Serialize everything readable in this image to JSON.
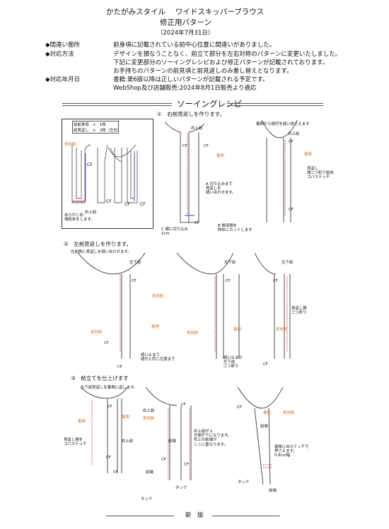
{
  "header": {
    "title": "かたがみスタイル　 ワイドスキッパーブラウス",
    "subtitle": "修正用パターン",
    "date": "（2024年7月31日）"
  },
  "notice": {
    "rows": [
      {
        "label": "◆間違い箇所",
        "lines": [
          "前身頃に記載されている前中心位置に間違いがありました。"
        ]
      },
      {
        "label": "◆対応方法",
        "lines": [
          "デザインを損なうことなく、前立て部分を左右対称のパターンに変更いたしました。",
          "下記に変更部分のソーイングレシピおよび修正パターンが記載されております。",
          "お手持ちのパターンの前見頃と前見返しのみ差し替えとなります。"
        ]
      },
      {
        "label": "◆対応年月日",
        "lines": [
          "書籍:第6版以降は正しいパターンが記載される予定です。",
          "WebShop及び店舗販売:2024年8月1日販売より適応"
        ]
      }
    ]
  },
  "section_title": "ソーイングレシピ",
  "inset": {
    "list": [
      "前前身頃　×　1枚",
      "前見返し　×　2枚（左右）"
    ],
    "label_omote": "表地側",
    "cf": "CF",
    "right_up": "右上前",
    "note": "あらかじめ\n端始末をします。"
  },
  "steps": [
    {
      "label": "①　右前見返しを作ります。"
    },
    {
      "label": "②　左前見返しを作ります。",
      "note": "左前側に見返しを縫い合わせます。"
    },
    {
      "label": "③　前立てを仕上げます",
      "note": "左下前見返しを裏側に返します。"
    }
  ],
  "labels": {
    "cf": "CF",
    "ura": "裏側",
    "omote": "表地側",
    "right_up": "右上前",
    "left_down": "左下前",
    "step1_topnote": "裏側から縫代を縫い挟さえます",
    "step1_a": "A 切り込みまで\n見返しを\n縫い合わせます。",
    "step1_b": "B 後頃側を\n斜めにカットします",
    "step1_c": "C 裾に切り込み\n1cm",
    "step1_stitch": "見返し\n端二つ折り始末\nコバステッチ",
    "step2_a": "縫い止まり\n縫代と同じ位置まで",
    "step2_b": "見返し側\n二つ折り",
    "step2_c": "縫い止まり\n左下前\n二つ折り",
    "step3_a": "見返し側を\nコバステッチ",
    "step3_b": "右上前が上\n左側が下になります。\n右上の前端が\nここに重なります。",
    "step3_c": "最後にWステッチで\n押さえます。\n0.8cm幅",
    "maeba": "前端",
    "tack": "タック"
  },
  "footer": {
    "text": "新　版"
  },
  "colors": {
    "orange": "#e8701a",
    "red": "#d62020",
    "blue": "#2b3fd6",
    "line": "#222222"
  }
}
